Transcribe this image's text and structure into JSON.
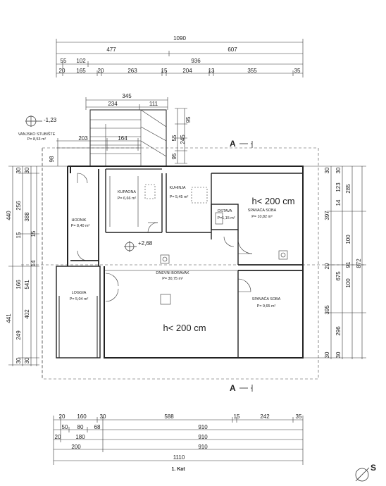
{
  "title": "1. Kat",
  "compass": {
    "label": "S"
  },
  "top_dims": {
    "r1": [
      "1090"
    ],
    "r2": [
      "477",
      "607"
    ],
    "r3": [
      "55",
      "102",
      "936"
    ],
    "r4": [
      "20",
      "165",
      "20",
      "263",
      "15",
      "204",
      "13",
      "355",
      "35"
    ]
  },
  "bottom_dims": {
    "r1": [
      "20",
      "160",
      "30",
      "588",
      "15",
      "242",
      "35"
    ],
    "r2": [
      "50",
      "80",
      "68",
      "910"
    ],
    "r3": [
      "20",
      "180",
      "910"
    ],
    "r4": [
      "200",
      "910"
    ],
    "r5": [
      "1110"
    ]
  },
  "left_dims": {
    "outer": [
      "440",
      "441"
    ],
    "mid": [
      "30",
      "256",
      "15",
      "166",
      "249",
      "30"
    ],
    "inner": [
      "30",
      "388",
      "541",
      "402",
      "30"
    ],
    "i2": [
      "15",
      "14"
    ]
  },
  "right_dims": {
    "a": [
      "30",
      "397",
      "20",
      "395",
      "30"
    ],
    "b": [
      "30",
      "14",
      "100",
      "91",
      "100",
      "30"
    ],
    "c": [
      "123",
      "675",
      "296"
    ],
    "d": [
      "285",
      "872"
    ]
  },
  "stair": {
    "dims": [
      "345",
      "234",
      "111"
    ],
    "vdims": [
      "95",
      "55",
      "245",
      "95"
    ],
    "side_dims": [
      "203",
      "164",
      "98"
    ]
  },
  "levels": {
    "exterior": "-1,23",
    "interior": "+2,68"
  },
  "section_marks": [
    "A",
    "A"
  ],
  "headroom_notes": [
    "h< 200 cm",
    "h< 200 cm"
  ],
  "rooms": [
    {
      "name": "VANJSKO STUBIŠTE",
      "area": "P= 8,53 m²"
    },
    {
      "name": "HODNIK",
      "area": "P= 8,40 m²"
    },
    {
      "name": "KUPAONA",
      "area": "P= 6,66 m²"
    },
    {
      "name": "KUHINJA",
      "area": "P= 5,45 m²"
    },
    {
      "name": "OSTAVA",
      "area": "P=1,15 m²"
    },
    {
      "name": "SPAVAĆA SOBA",
      "area": "P= 10,82 m²"
    },
    {
      "name": "DNEVNI BORAVAK",
      "area": "P= 30,75 m²"
    },
    {
      "name": "LOGGIA",
      "area": "P= 5,04 m²"
    },
    {
      "name": "SPAVAĆA SOBA",
      "area": "P= 9,65 m²"
    }
  ]
}
